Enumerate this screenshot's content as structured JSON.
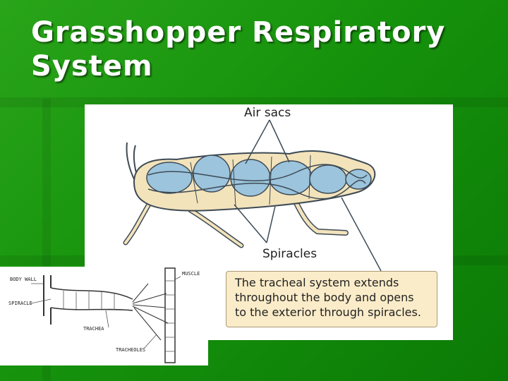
{
  "slide": {
    "title_line1": "Grasshopper Respiratory",
    "title_line2": "System"
  },
  "main_figure": {
    "label_air_sacs": "Air sacs",
    "label_spiracles": "Spiracles",
    "caption_line1": "The tracheal system extends",
    "caption_line2": "throughout the body and opens",
    "caption_line3": "to the exterior through spiracles.",
    "colors": {
      "body": "#f3e3bb",
      "air_sacs": "#9cc4dc",
      "outline": "#3d4a55",
      "caption_bg": "#fbecc9"
    }
  },
  "inset_figure": {
    "label_body_wall": "BODY WALL",
    "label_spiracle": "SPIRACLE",
    "label_trachea": "TRACHEA",
    "label_tracheoles": "TRACHEOLES",
    "label_muscle": "MUSCLE"
  }
}
